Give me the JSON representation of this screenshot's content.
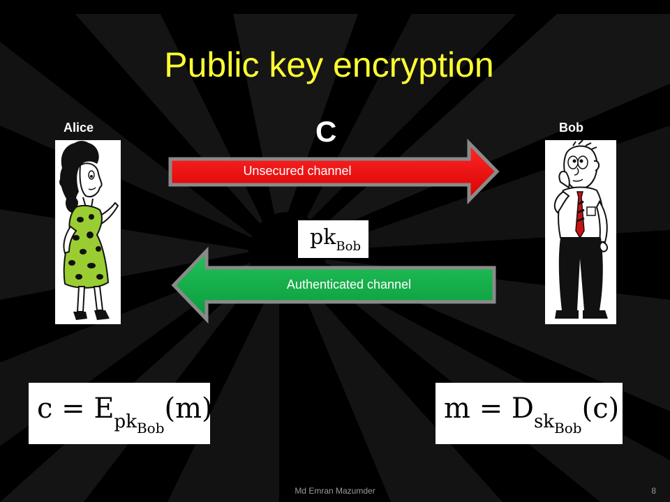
{
  "slide": {
    "title": "Public key encryption",
    "sender_label": "Alice",
    "receiver_label": "Bob",
    "cipher_label": "C",
    "unsecured_channel_label": "Unsecured channel",
    "authenticated_channel_label": "Authenticated channel",
    "public_key": {
      "base": "pk",
      "subscript": "Bob"
    },
    "encryption_formula": {
      "lhs": "c = E",
      "sub1": "pk",
      "sub2": "Bob",
      "arg": "(m)"
    },
    "decryption_formula": {
      "lhs": "m = D",
      "sub1": "sk",
      "sub2": "Bob",
      "arg": "(c)"
    },
    "footer_author": "Md Emran Mazumder",
    "page_number": "8"
  },
  "colors": {
    "title": "#ffff33",
    "unsecured_channel": "#ee1111",
    "authenticated_channel": "#11aa44",
    "arrow_border": "#8a8a8a"
  },
  "icons": [
    "alice-cartoon-icon",
    "bob-cartoon-icon",
    "public-key-icon"
  ]
}
